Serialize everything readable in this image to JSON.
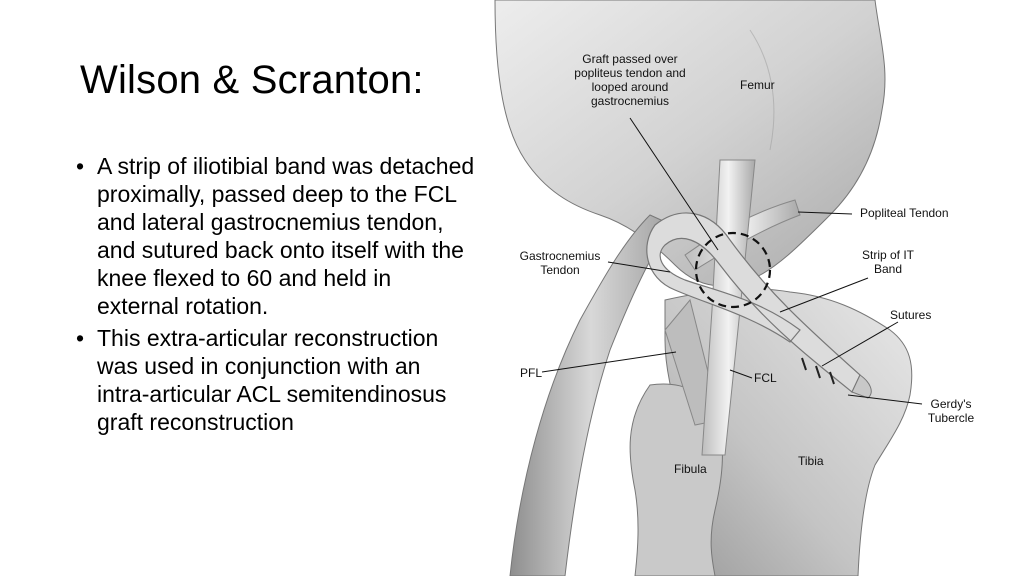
{
  "slide": {
    "title": "Wilson & Scranton:",
    "bullets": [
      "A strip of iliotibial band was detached proximally, passed deep to the FCL and lateral gastrocnemius tendon, and sutured back onto itself with the knee flexed to 60 and held in external rotation.",
      "This extra-articular reconstruction was used in conjunction with an intra-articular ACL semitendinosus graft reconstruction"
    ]
  },
  "figure": {
    "labels": {
      "graft": "Graft passed over popliteus tendon and looped around gastrocnemius",
      "femur": "Femur",
      "popliteal_tendon": "Popliteal Tendon",
      "gastrocnemius_tendon": "Gastrocnemius Tendon",
      "strip_it_band": "Strip of IT Band",
      "sutures": "Sutures",
      "pfl": "PFL",
      "fcl": "FCL",
      "gerdys_tubercle": "Gerdy's Tubercle",
      "fibula": "Fibula",
      "tibia": "Tibia"
    }
  }
}
